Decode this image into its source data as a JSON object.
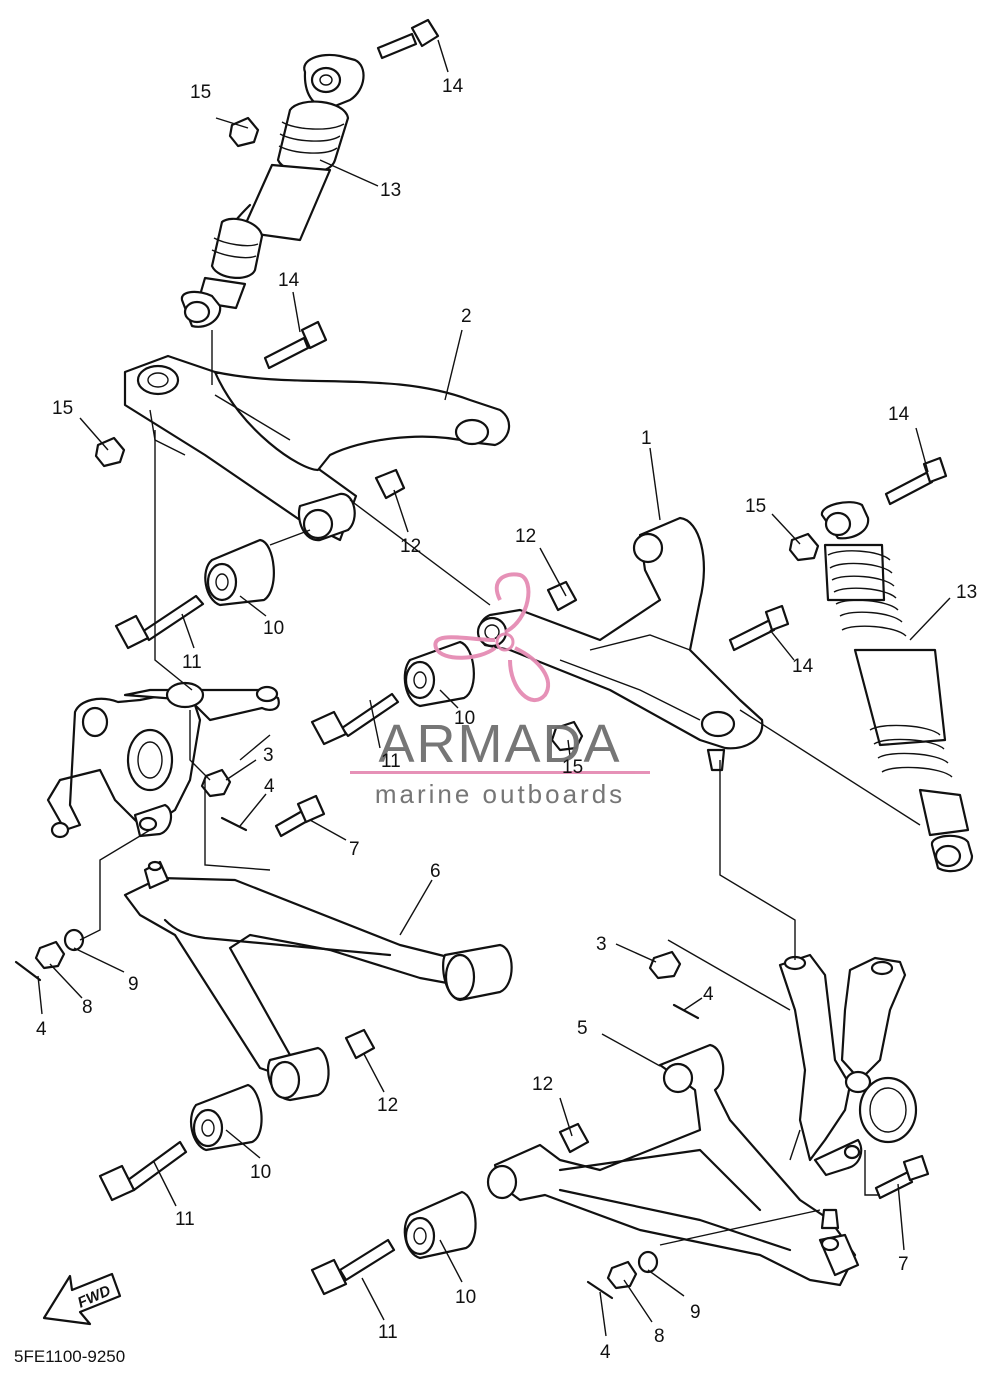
{
  "diagram": {
    "code": "5FE1100-9250",
    "fwd_label": "FWD",
    "callouts": [
      {
        "id": "c15a",
        "label": "15"
      },
      {
        "id": "c14a",
        "label": "14"
      },
      {
        "id": "c13a",
        "label": "13"
      },
      {
        "id": "c14b",
        "label": "14"
      },
      {
        "id": "c2",
        "label": "2"
      },
      {
        "id": "c15b",
        "label": "15"
      },
      {
        "id": "c12a",
        "label": "12"
      },
      {
        "id": "c10a",
        "label": "10"
      },
      {
        "id": "c11a",
        "label": "11"
      },
      {
        "id": "c3a",
        "label": "3"
      },
      {
        "id": "c4a",
        "label": "4"
      },
      {
        "id": "c7a",
        "label": "7"
      },
      {
        "id": "c6",
        "label": "6"
      },
      {
        "id": "c9a",
        "label": "9"
      },
      {
        "id": "c8a",
        "label": "8"
      },
      {
        "id": "c4b",
        "label": "4"
      },
      {
        "id": "c12b",
        "label": "12"
      },
      {
        "id": "c10b",
        "label": "10"
      },
      {
        "id": "c11b",
        "label": "11"
      },
      {
        "id": "c1",
        "label": "1"
      },
      {
        "id": "c12c",
        "label": "12"
      },
      {
        "id": "c10c",
        "label": "10"
      },
      {
        "id": "c11c",
        "label": "11"
      },
      {
        "id": "c15c",
        "label": "15"
      },
      {
        "id": "c14c",
        "label": "14"
      },
      {
        "id": "c14d",
        "label": "14"
      },
      {
        "id": "c15d",
        "label": "15"
      },
      {
        "id": "c13b",
        "label": "13"
      },
      {
        "id": "c3b",
        "label": "3"
      },
      {
        "id": "c4c",
        "label": "4"
      },
      {
        "id": "c5",
        "label": "5"
      },
      {
        "id": "c12d",
        "label": "12"
      },
      {
        "id": "c10d",
        "label": "10"
      },
      {
        "id": "c11d",
        "label": "11"
      },
      {
        "id": "c7b",
        "label": "7"
      },
      {
        "id": "c9b",
        "label": "9"
      },
      {
        "id": "c8b",
        "label": "8"
      },
      {
        "id": "c4d",
        "label": "4"
      }
    ]
  },
  "watermark": {
    "title": "ARMADA",
    "subtitle": "marine outboards",
    "title_color": "#6f6f6f",
    "accent_color": "#e58cb4"
  },
  "colors": {
    "ink": "#111111",
    "paper": "#ffffff"
  }
}
